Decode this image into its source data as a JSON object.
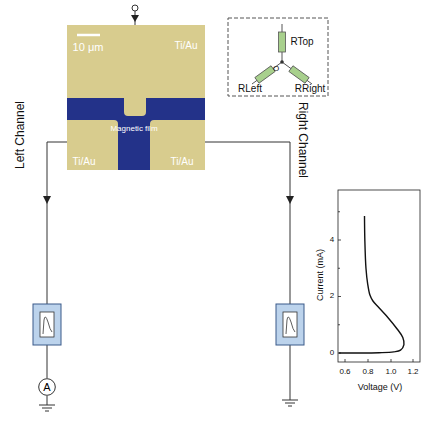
{
  "diagram": {
    "nodes": [
      {
        "text": [
          "A"
        ]
      }
    ],
    "labels": [
      "10 μm",
      "Ti/Au",
      "Ti/Au",
      "Ti/Au",
      "Magnetic film",
      "Left Channel",
      "Right Channel",
      "RTop",
      "RLeft",
      "RRight",
      "O",
      "Current (mA)",
      "Voltage (V)",
      "0",
      "2",
      "4",
      "0.6",
      "0.8",
      "1.0",
      "1.2"
    ]
  }
}
